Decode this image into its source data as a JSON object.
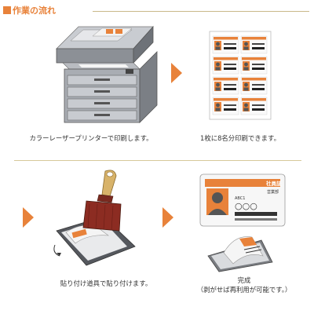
{
  "header": {
    "title": "作業の流れ"
  },
  "steps": [
    {
      "caption": "カラーレーザープリンターで印刷します。",
      "illustration": "laser-printer"
    },
    {
      "caption": "1枚に8名分印刷できます。",
      "illustration": "printed-sheet-8-cards"
    },
    {
      "caption": "貼り付け道具で貼り付けます。",
      "illustration": "brush-applicator"
    },
    {
      "caption_line1": "完成",
      "caption_line2": "（剥がせば再利用が可能です。）",
      "illustration": "finished-id-card"
    }
  ],
  "id_card": {
    "company_label": "社員証",
    "department_label": "営業部",
    "small_label": "ABC1",
    "placeholder_circles": "○○○"
  },
  "colors": {
    "accent": "#e8823a",
    "divider": "#d7c89a",
    "text": "#333333"
  },
  "icons": [
    "square-bullet-icon",
    "arrow-right-icon"
  ]
}
